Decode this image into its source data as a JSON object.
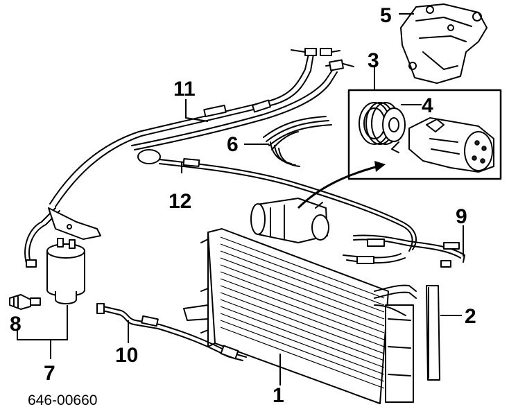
{
  "callouts": {
    "c1": "1",
    "c2": "2",
    "c3": "3",
    "c4": "4",
    "c5": "5",
    "c6": "6",
    "c7": "7",
    "c8": "8",
    "c9": "9",
    "c10": "10",
    "c11": "11",
    "c12": "12"
  },
  "figure_code": "646-00660"
}
